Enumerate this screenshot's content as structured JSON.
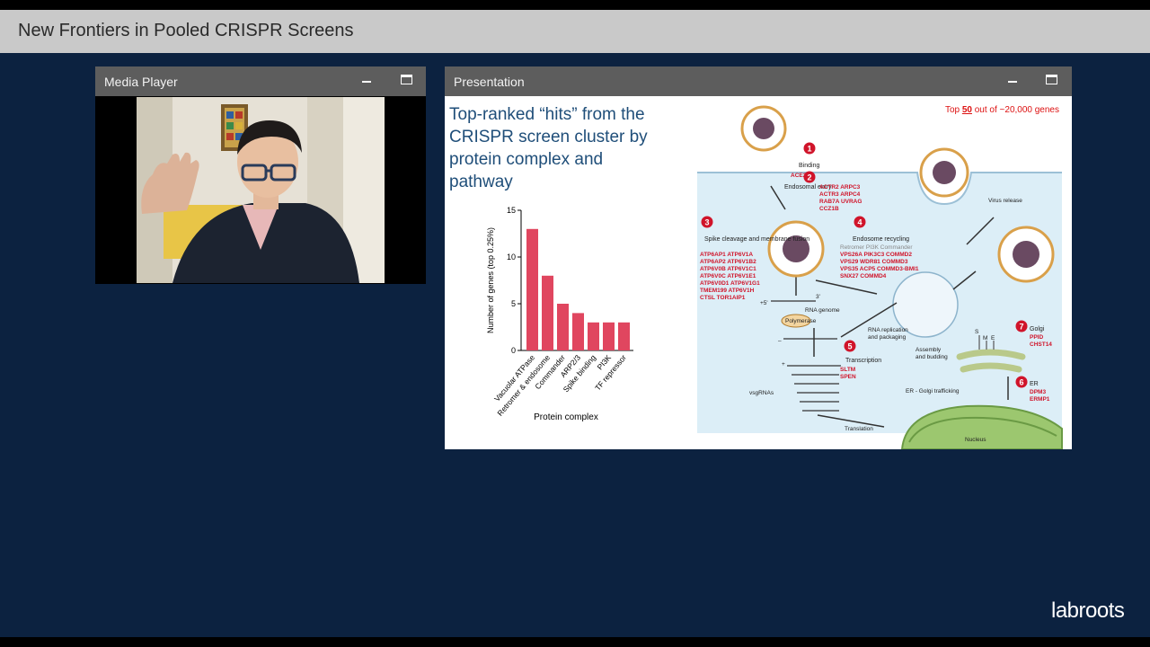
{
  "app": {
    "title": "New Frontiers in Pooled CRISPR Screens",
    "brand": "labroots"
  },
  "media_panel": {
    "title": "Media Player"
  },
  "presentation_panel": {
    "title": "Presentation"
  },
  "slide": {
    "title": "Top-ranked “hits” from the CRISPR screen cluster by protein complex and pathway",
    "top_note": {
      "prefix": "Top ",
      "count": "50",
      "suffix": " out of ~20,000 genes"
    }
  },
  "chart_data": {
    "type": "bar",
    "categories": [
      "Vacuolar ATPase",
      "Retromer & endosome",
      "Commander",
      "ARP2/3",
      "Spike binding",
      "PI3K",
      "TF repressor"
    ],
    "values": [
      13,
      8,
      5,
      4,
      3,
      3,
      3
    ],
    "xlabel": "Protein complex",
    "ylabel": "Number of genes (top 0.25%)",
    "ylim": [
      0,
      15
    ],
    "yticks": [
      0,
      5,
      10,
      15
    ],
    "color": "#e0465f"
  },
  "pathway": {
    "steps": [
      {
        "num": "1",
        "label": "Binding",
        "genes": "ACE2"
      },
      {
        "num": "2",
        "label": "Endosomal entry",
        "genes": "ACTR2  ARPC3\nACTR3  ARPC4\nRAB7A  UVRAG\nCCZ1B"
      },
      {
        "num": "3",
        "label": "Spike cleavage and membrane fusion",
        "genes": "ATP6AP1  ATP6V1A\nATP6AP2  ATP6V1B2\nATP6V0B  ATP6V1C1\nATP6V0C  ATP6V1E1\nATP6V0D1 ATP6V1G1\nTMEM199  ATP6V1H\nCTSL     TOR1AIP1"
      },
      {
        "num": "4",
        "label": "Endosome recycling",
        "sub": "Retromer   PI3K   Commander",
        "genes": "VPS26A  PIK3C3  COMMD2\nVPS29   WDR81  COMMD3\nVPS35   ACP5   COMMD3-BMI1\nSNX27          COMMD4"
      },
      {
        "num": "5",
        "label": "Transcription",
        "genes": "SLTM\nSPEN"
      },
      {
        "num": "6",
        "label": "ER",
        "genes": "DPM3\nERMP1"
      },
      {
        "num": "7",
        "label": "Golgi",
        "genes": "PPID\nCHST14"
      }
    ],
    "labels": {
      "virus_release": "Virus release",
      "rna_genome": "RNA genome",
      "polymerase": "Polymerase",
      "replication": "RNA replication\nand packaging",
      "assembly": "Assembly\nand budding",
      "er_golgi": "ER - Golgi trafficking",
      "vsgrnas": "vsgRNAs",
      "translation": "Translation",
      "nucleus": "Nucleus",
      "plus5": "+5'",
      "three1": "3'",
      "minus": "–",
      "plus": "+",
      "s": "S",
      "m": "M",
      "e": "E"
    }
  }
}
